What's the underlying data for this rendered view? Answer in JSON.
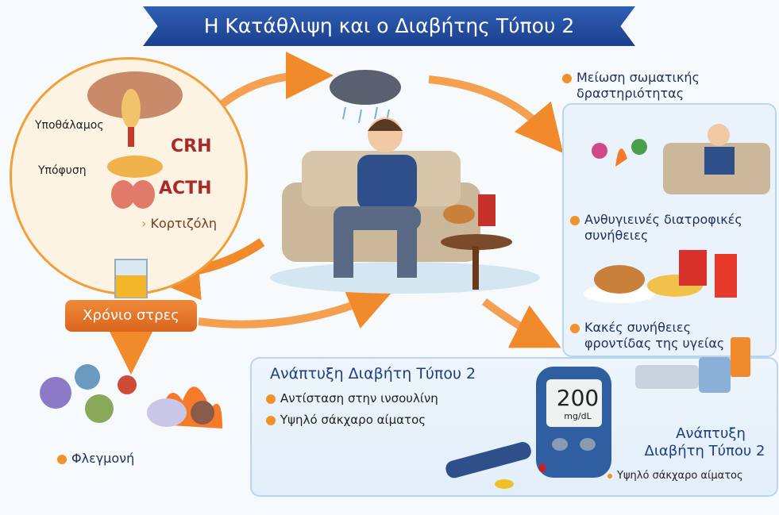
{
  "title": "Η Κατάθλιψη και ο Διαβήτης Τύπου 2",
  "hpa": {
    "hypothalamus": "Υποθάλαμος",
    "pituitary": "Υπόφυση",
    "crh": "CRH",
    "acth": "ACTH",
    "cortisol": "Κορτιζόλη"
  },
  "stress": "Χρόνιο στρες",
  "inflammation": "Φλεγμονή",
  "right": {
    "item1": "Μείωση σωματικής δραστηριότητας",
    "item2": "Ανθυγιεινές διατροφικές συνήθειες",
    "item3": "Κακές συνήθειες φροντίδας της υγείας"
  },
  "bottom": {
    "heading": "Ανάπτυξη Διαβήτη Τύπου 2",
    "bullet1": "Αντίσταση στην ινσουλίνη",
    "bullet2": "Υψηλό σάκχαρο αίματος",
    "meter_value": "200",
    "meter_unit": "mg/dL",
    "outcome_line1": "Ανάπτυξη",
    "outcome_line2": "Διαβήτη Τύπου 2",
    "outcome_bullet": "Υψηλό σάκχαρο αίματος"
  },
  "colors": {
    "accent": "#f0922a",
    "banner": "#2f5fb5",
    "hormone": "#a82a2a"
  }
}
